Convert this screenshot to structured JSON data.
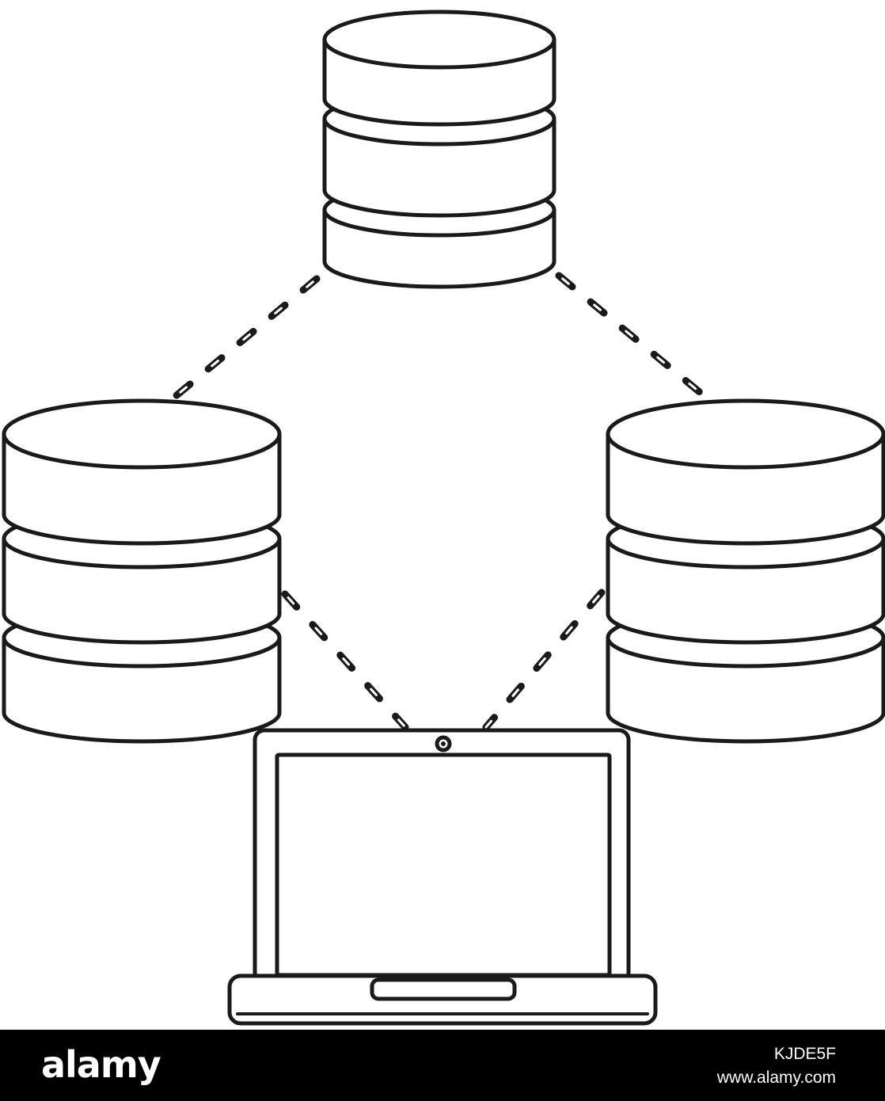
{
  "footer": {
    "brand": "alamy",
    "image_id": "KJDE5F",
    "url": "www.alamy.com"
  },
  "illustration": {
    "style": "hand-drawn black outline",
    "line_color": "#1a1a1a",
    "background": "#ffffff",
    "footer_background": "#000000",
    "nodes": [
      {
        "id": "top",
        "icon": "database-icon"
      },
      {
        "id": "left",
        "icon": "database-icon"
      },
      {
        "id": "right",
        "icon": "database-icon"
      },
      {
        "id": "bottom",
        "icon": "laptop-icon"
      }
    ],
    "links": [
      {
        "from": "top",
        "to": "left"
      },
      {
        "from": "top",
        "to": "right"
      },
      {
        "from": "left",
        "to": "bottom"
      },
      {
        "from": "right",
        "to": "bottom"
      }
    ]
  }
}
